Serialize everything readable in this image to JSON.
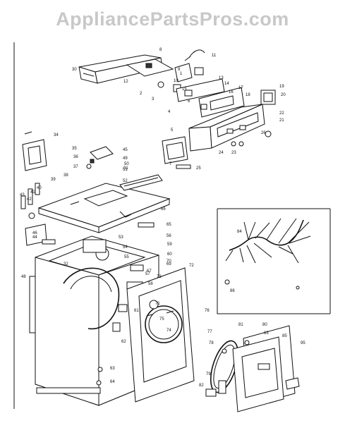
{
  "watermark": "AppliancePartsPros.com",
  "part_labels": [
    "1",
    "2",
    "3",
    "4",
    "5",
    "6",
    "7",
    "8",
    "9",
    "10",
    "11",
    "12",
    "13",
    "14",
    "15",
    "16",
    "17",
    "18",
    "19",
    "20",
    "21",
    "22",
    "23",
    "24",
    "25",
    "26",
    "30",
    "31",
    "32",
    "34",
    "35",
    "36",
    "37",
    "38",
    "39",
    "40",
    "41",
    "42",
    "43",
    "44",
    "45",
    "46",
    "48",
    "49",
    "50",
    "51",
    "52",
    "53",
    "54",
    "55",
    "56",
    "57",
    "58",
    "59",
    "60",
    "61",
    "62",
    "63",
    "64",
    "65",
    "66",
    "67",
    "69",
    "70",
    "71",
    "72",
    "73",
    "74",
    "75",
    "76",
    "77",
    "78",
    "79",
    "80",
    "81",
    "82",
    "83",
    "84",
    "85",
    "86",
    "95"
  ],
  "colors": {
    "line": "#111111",
    "watermark": "#c8c8c8",
    "background": "#ffffff"
  }
}
